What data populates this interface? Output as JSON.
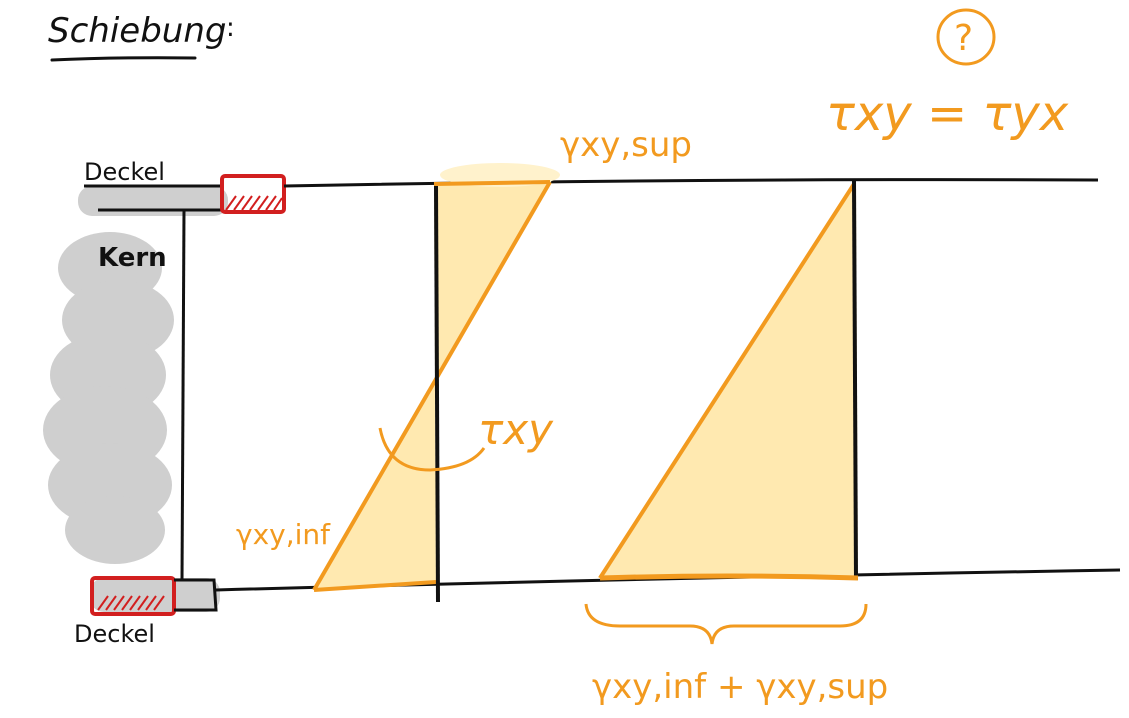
{
  "title": "Schiebung",
  "title_colon": ":",
  "question_mark": "?",
  "labels": {
    "deckel_top": "Deckel",
    "deckel_bottom": "Deckel",
    "kern": "Kern",
    "gamma_sup": "γxy,sup",
    "gamma_inf": "γxy,inf",
    "tau_middle": "τxy",
    "tau_equation": "τxy = τyx",
    "gamma_sum": "γxy,inf + γxy,sup"
  },
  "colors": {
    "ink": "#111111",
    "orange": "#f29a1f",
    "fill_yellow": "#ffe9b0",
    "core_gray": "#cfcfcf",
    "red": "#d21f1f"
  }
}
